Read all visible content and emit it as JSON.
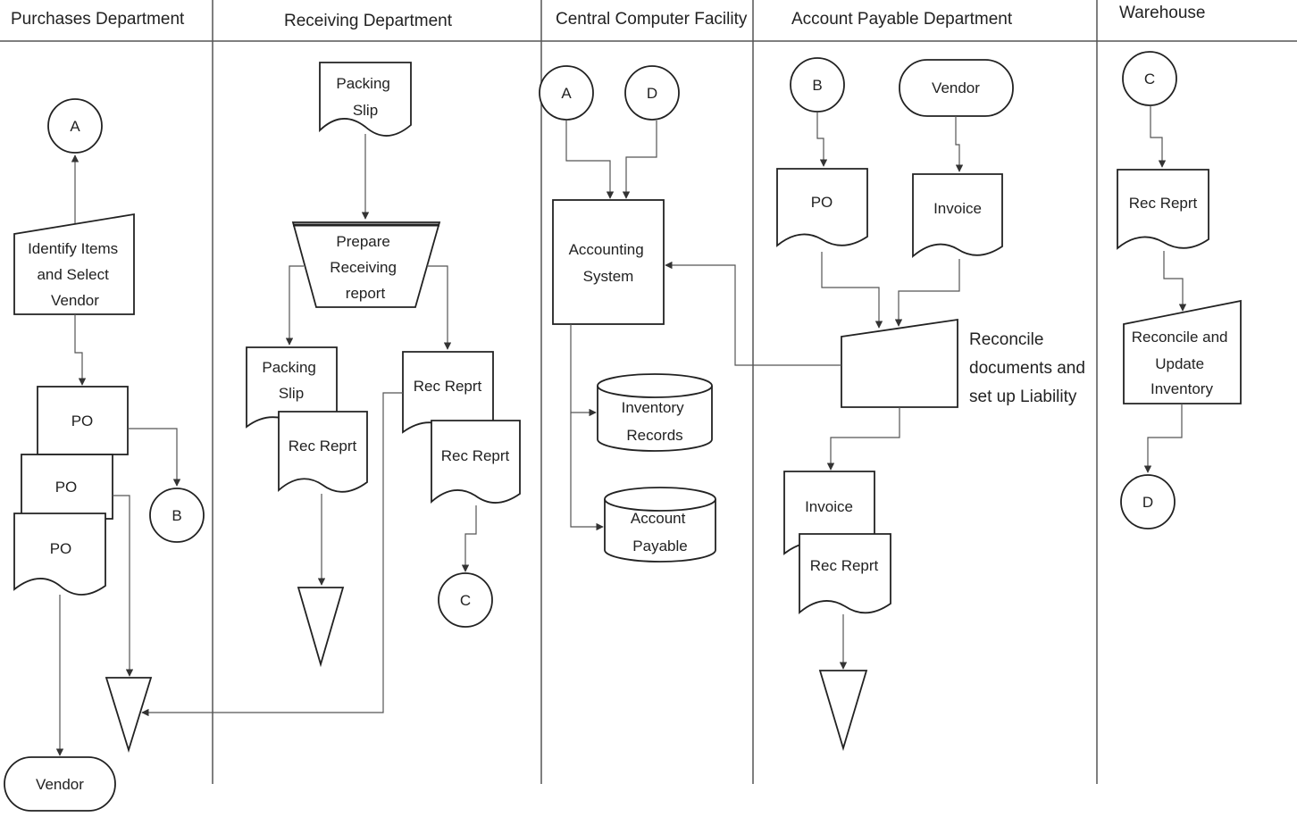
{
  "lanes": [
    "Purchases Department",
    "Receiving  Department",
    "Central Computer Facility",
    "Account  Payable  Department",
    "Warehouse"
  ],
  "connectors": {
    "a": "A",
    "b": "B",
    "c": "C",
    "d": "D"
  },
  "purchases": {
    "identify": [
      "Identify Items",
      "and Select",
      "Vendor"
    ],
    "po1": "PO",
    "po2": "PO",
    "po3": "PO",
    "vendor": "Vendor"
  },
  "receiving": {
    "packing_slip": [
      "Packing",
      "Slip"
    ],
    "prepare": [
      "Prepare",
      "Receiving",
      "report"
    ],
    "packing_slip2": [
      "Packing",
      "Slip"
    ],
    "rec_report1": "Rec Reprt",
    "rec_report2": "Rec Reprt",
    "rec_report3": "Rec Reprt"
  },
  "computer": {
    "accounting": [
      "Accounting",
      "System"
    ],
    "inventory": [
      "Inventory",
      "Records"
    ],
    "payable": [
      "Account",
      "Payable"
    ]
  },
  "payable_dept": {
    "vendor": "Vendor",
    "po": "PO",
    "invoice": "Invoice",
    "reconcile": [
      "Reconcile",
      "documents and",
      "set up Liability"
    ],
    "invoice2": "Invoice",
    "rec_report": "Rec Reprt"
  },
  "warehouse": {
    "rec_report": "Rec Reprt",
    "reconcile": [
      "Reconcile and",
      "Update",
      "Inventory"
    ]
  }
}
